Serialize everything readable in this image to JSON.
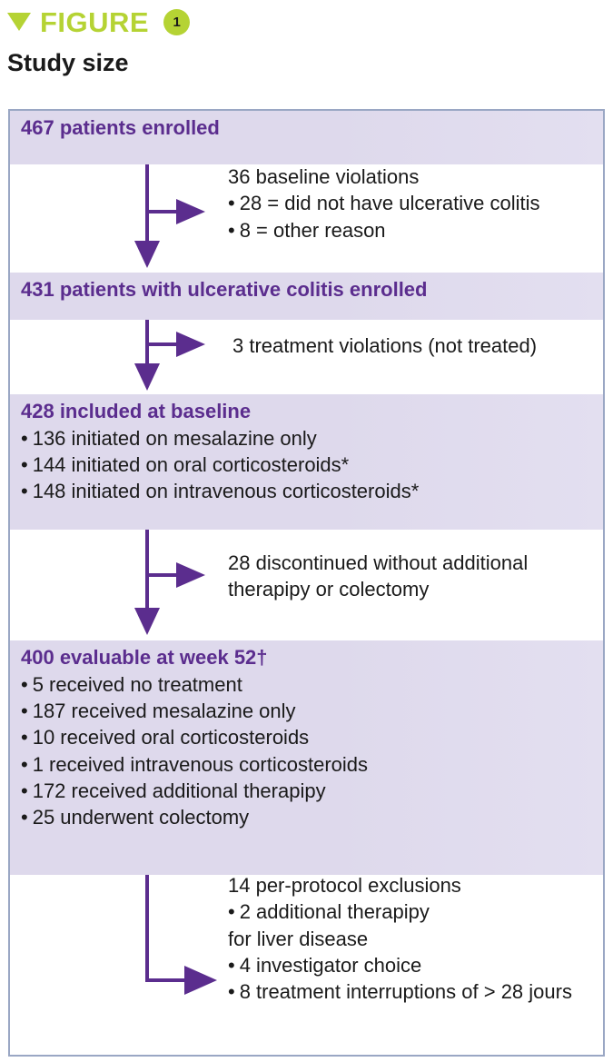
{
  "header": {
    "triangle_icon": "triangle-down-icon",
    "label": "FIGURE",
    "number": "1",
    "subtitle": "Study size",
    "accent_color": "#b5d334",
    "title_color": "#5b2d8e",
    "band_color": "#ded9ec",
    "border_color": "#9aa7c4"
  },
  "flow": {
    "boxes": [
      {
        "title": "467 patients enrolled",
        "items": []
      },
      {
        "title": "431 patients with ulcerative colitis enrolled",
        "items": []
      },
      {
        "title": "428 included at baseline",
        "items": [
          "136 initiated on mesalazine only",
          "144 initiated on oral corticosteroids*",
          "148 initiated on intravenous corticosteroids*"
        ]
      },
      {
        "title": "400 evaluable at week 52†",
        "items": [
          "5 received no treatment",
          "187 received mesalazine only",
          "10 received oral corticosteroids",
          "1 received intravenous corticosteroids",
          "172 received additional therapipy",
          "25 underwent colectomy"
        ]
      }
    ],
    "annotations": [
      {
        "heading": "36 baseline violations",
        "lines": [
          "28 = did not have ulcerative colitis",
          "8 = other reason"
        ],
        "plain_lines": []
      },
      {
        "heading": "3 treatment violations (not treated)",
        "lines": [],
        "plain_lines": []
      },
      {
        "heading": "28 discontinued without additional",
        "lines": [],
        "plain_lines": [
          "therapipy or colectomy"
        ]
      },
      {
        "heading": "14 per-protocol exclusions",
        "lines": [
          "2 additional therapipy"
        ],
        "plain_lines": [
          "for liver disease"
        ],
        "tail_lines": [
          "4 investigator choice",
          "8 treatment interruptions of > 28 jours"
        ]
      }
    ]
  }
}
